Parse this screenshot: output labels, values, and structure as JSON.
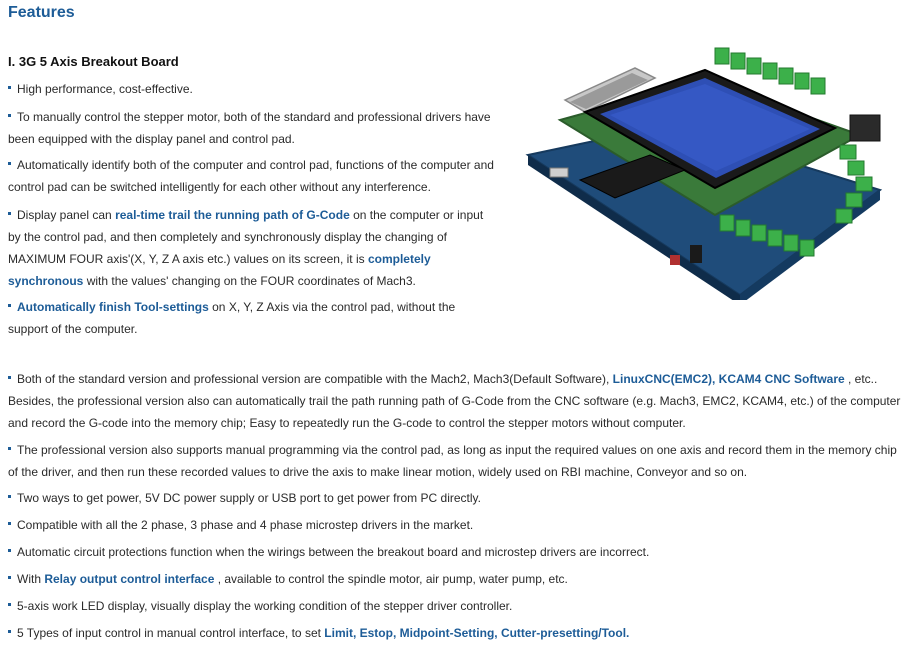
{
  "header": {
    "title": "Features"
  },
  "section": {
    "title": "I. 3G 5 Axis Breakout Board"
  },
  "bullets": {
    "b1": {
      "text": "High performance, cost-effective."
    },
    "b2": {
      "text": "To manually control the stepper motor, both of the standard and professional drivers have been equipped with the display panel and control pad."
    },
    "b3": {
      "text": "Automatically identify both of the computer and control pad, functions of the computer and control pad can be switched intelligently for each other without any interference."
    },
    "b4": {
      "p1": "Display panel can ",
      "h1": "real-time trail the running path of G-Code",
      "p2": " on the computer or input by the control pad, and then completely and synchronously display the changing of MAXIMUM FOUR axis'(X, Y, Z A axis etc.) values on its screen, it is ",
      "h2": "completely synchronous",
      "p3": " with the values' changing on the FOUR coordinates of Mach3."
    },
    "b5": {
      "h1": "Automatically finish Tool-settings",
      "p1": " on X, Y, Z Axis via the control pad, without the support of the computer."
    },
    "b6": {
      "p1": "Both of the standard version and professional version are compatible with the Mach2, Mach3(Default Software), ",
      "h1": "LinuxCNC(EMC2), KCAM4 CNC Software",
      "p2": " , etc.. Besides, the professional version also can automatically trail the path running path of G-Code from the CNC software (e.g. Mach3, EMC2, KCAM4, etc.) of the computer and record the G-code into the memory chip; Easy to repeatedly run the G-code to control the stepper motors without computer."
    },
    "b7": {
      "text": "The professional version also supports manual programming via the control pad, as long as input the required values on one axis and record them in the memory chip of the driver, and then run these recorded values to drive the axis to make linear motion, widely used on RBI machine, Conveyor and so on."
    },
    "b8": {
      "text": "Two ways to get power, 5V DC power supply or USB port to get power from PC directly."
    },
    "b9": {
      "text": "Compatible with all the 2 phase, 3 phase and 4 phase microstep drivers in the market."
    },
    "b10": {
      "text": "Automatic circuit protections function when the wirings between the breakout board and microstep drivers are incorrect."
    },
    "b11": {
      "p1": "With ",
      "h1": "Relay output control interface",
      "p2": " , available to control the spindle motor, air pump, water pump, etc."
    },
    "b12": {
      "text": "5-axis work LED display, visually display the working condition of the stepper driver controller."
    },
    "b13": {
      "p1": "5 Types of input control in manual control interface, to set ",
      "h1": "Limit, Estop, Midpoint-Setting, Cutter-presetting/Tool."
    }
  },
  "colors": {
    "accent": "#1d5c97",
    "lcd": "#2e4fb5",
    "pcb": "#1f4c7a",
    "terminal": "#3cb04a"
  }
}
